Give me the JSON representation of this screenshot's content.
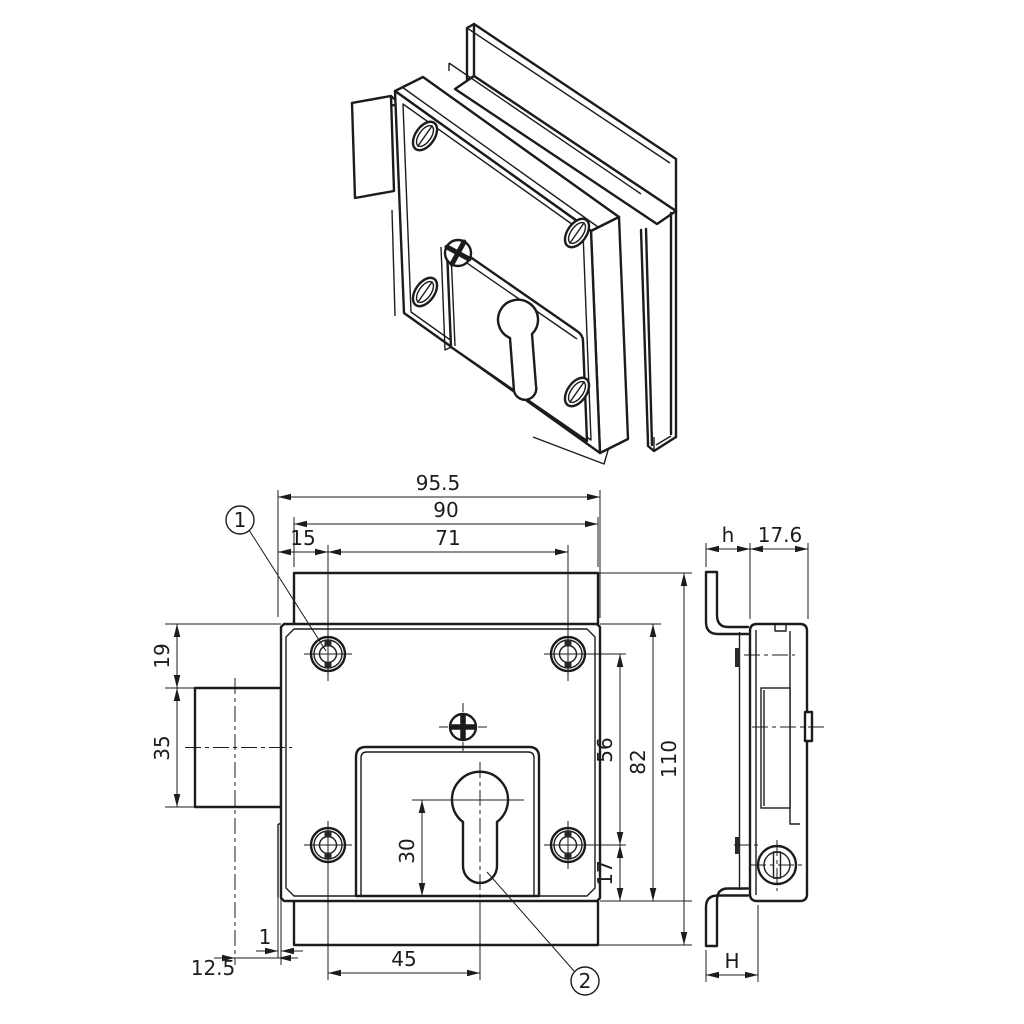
{
  "drawing": {
    "kind": "technical-drawing",
    "subject": "rim lock with mounting rail",
    "line_color": "#1c1c1c",
    "background_color": "#ffffff"
  },
  "dims": {
    "overall_width": "95.5",
    "plate_width": "90",
    "hole_span_h": "71",
    "edge_to_hole": "15",
    "top_to_bolt": "19",
    "bolt_height": "35",
    "bolt_offset": "12.5",
    "strip_offset": "1",
    "hole_to_key": "45",
    "key_to_bottom": "30",
    "hole_span_v": "56",
    "body_height": "82",
    "plate_height": "110",
    "hole_to_bottom": "17",
    "bracket_depth": "h",
    "body_depth": "17.6",
    "bracket_foot": "H"
  },
  "callouts": {
    "one": "1",
    "two": "2"
  }
}
